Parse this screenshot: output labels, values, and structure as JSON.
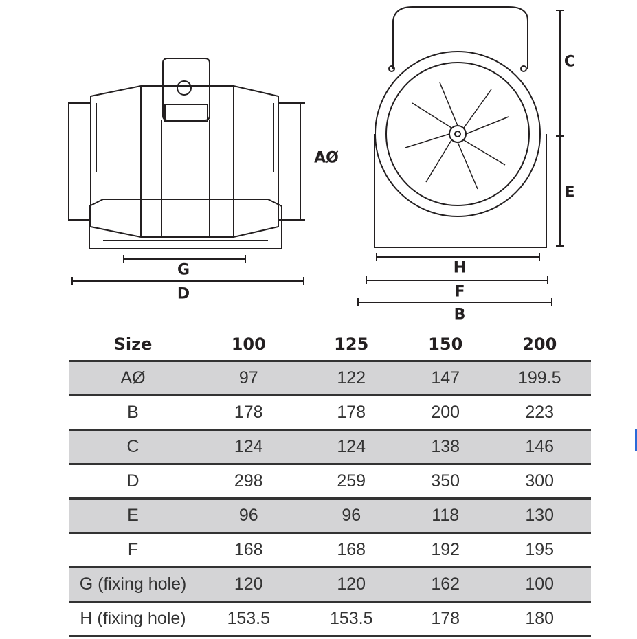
{
  "diagram": {
    "side_labels": {
      "a_diameter": "AØ",
      "g": "G",
      "d": "D"
    },
    "front_labels": {
      "c": "C",
      "e": "E",
      "h": "H",
      "f": "F",
      "b": "B"
    }
  },
  "table": {
    "headers": [
      "Size",
      "100",
      "125",
      "150",
      "200"
    ],
    "rows": [
      {
        "label": "AØ",
        "values": [
          "97",
          "122",
          "147",
          "199.5"
        ]
      },
      {
        "label": "B",
        "values": [
          "178",
          "178",
          "200",
          "223"
        ]
      },
      {
        "label": "C",
        "values": [
          "124",
          "124",
          "138",
          "146"
        ]
      },
      {
        "label": "D",
        "values": [
          "298",
          "259",
          "350",
          "300"
        ]
      },
      {
        "label": "E",
        "values": [
          "96",
          "96",
          "118",
          "130"
        ]
      },
      {
        "label": "F",
        "values": [
          "168",
          "168",
          "192",
          "195"
        ]
      },
      {
        "label": "G (fixing hole)",
        "values": [
          "120",
          "120",
          "162",
          "100"
        ]
      },
      {
        "label": "H (fixing hole)",
        "values": [
          "153.5",
          "153.5",
          "178",
          "180"
        ]
      }
    ]
  }
}
